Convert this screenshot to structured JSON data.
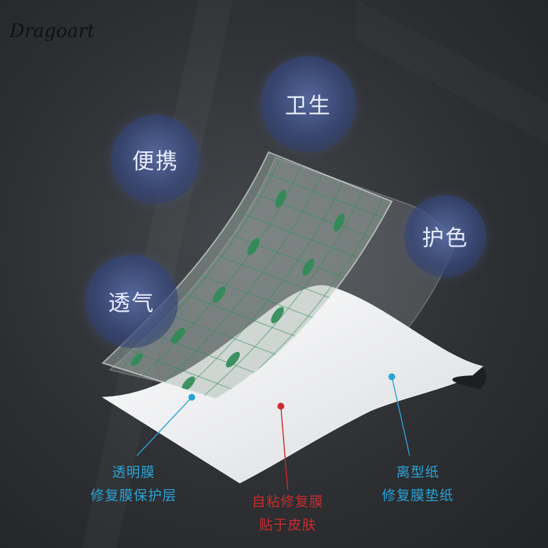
{
  "logo": {
    "text": "Dragoart"
  },
  "bubbles": [
    {
      "key": "hygiene",
      "label": "卫生"
    },
    {
      "key": "portable",
      "label": "便携"
    },
    {
      "key": "protect",
      "label": "护色"
    },
    {
      "key": "breathable",
      "label": "透气"
    }
  ],
  "callouts": {
    "left": {
      "line1": "透明膜",
      "line2": "修复膜保护层"
    },
    "center": {
      "line1": "自粘修复膜",
      "line2": "贴于皮肤"
    },
    "right": {
      "line1": "离型纸",
      "line2": "修复膜垫纸"
    }
  },
  "colors": {
    "callout_blue": "#2aa3d6",
    "callout_red": "#c92b2f",
    "bubble": "#3a4a80",
    "film_green": "#2e8b57"
  }
}
